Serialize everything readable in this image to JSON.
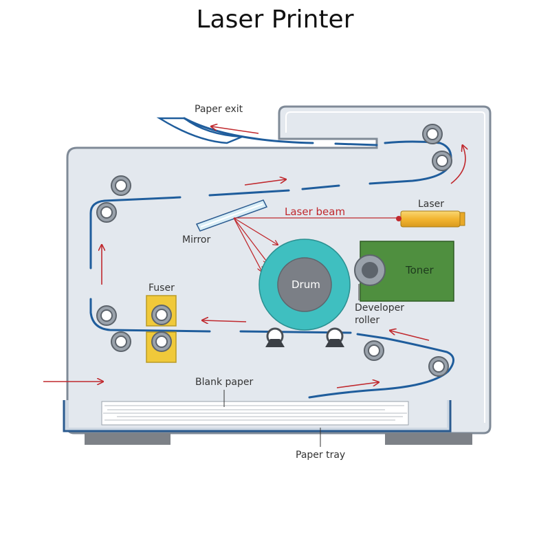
{
  "title": "Laser Printer",
  "labels": {
    "paper_exit": "Paper exit",
    "laser_beam": "Laser beam",
    "laser": "Laser",
    "mirror": "Mirror",
    "toner": "Toner",
    "drum": "Drum",
    "developer_line1": "Developer",
    "developer_line2": "roller",
    "fuser": "Fuser",
    "blank_paper": "Blank paper",
    "paper_tray": "Paper tray"
  },
  "colors": {
    "body_fill": "#e3e8ee",
    "body_stroke": "#7f8a97",
    "paper_path": "#1f5d9c",
    "arrow": "#c0282d",
    "drum_outer": "#3fbfc0",
    "drum_inner": "#7b7f86",
    "toner": "#4f8f3f",
    "fuser": "#f0c93a",
    "laser": "#f2b531",
    "roller": "#8e959d"
  },
  "icons": [
    "roller-icon",
    "arrow-icon",
    "laser-icon",
    "mirror-icon",
    "drum-icon",
    "toner-cartridge-icon",
    "fuser-icon",
    "paper-stack-icon"
  ]
}
